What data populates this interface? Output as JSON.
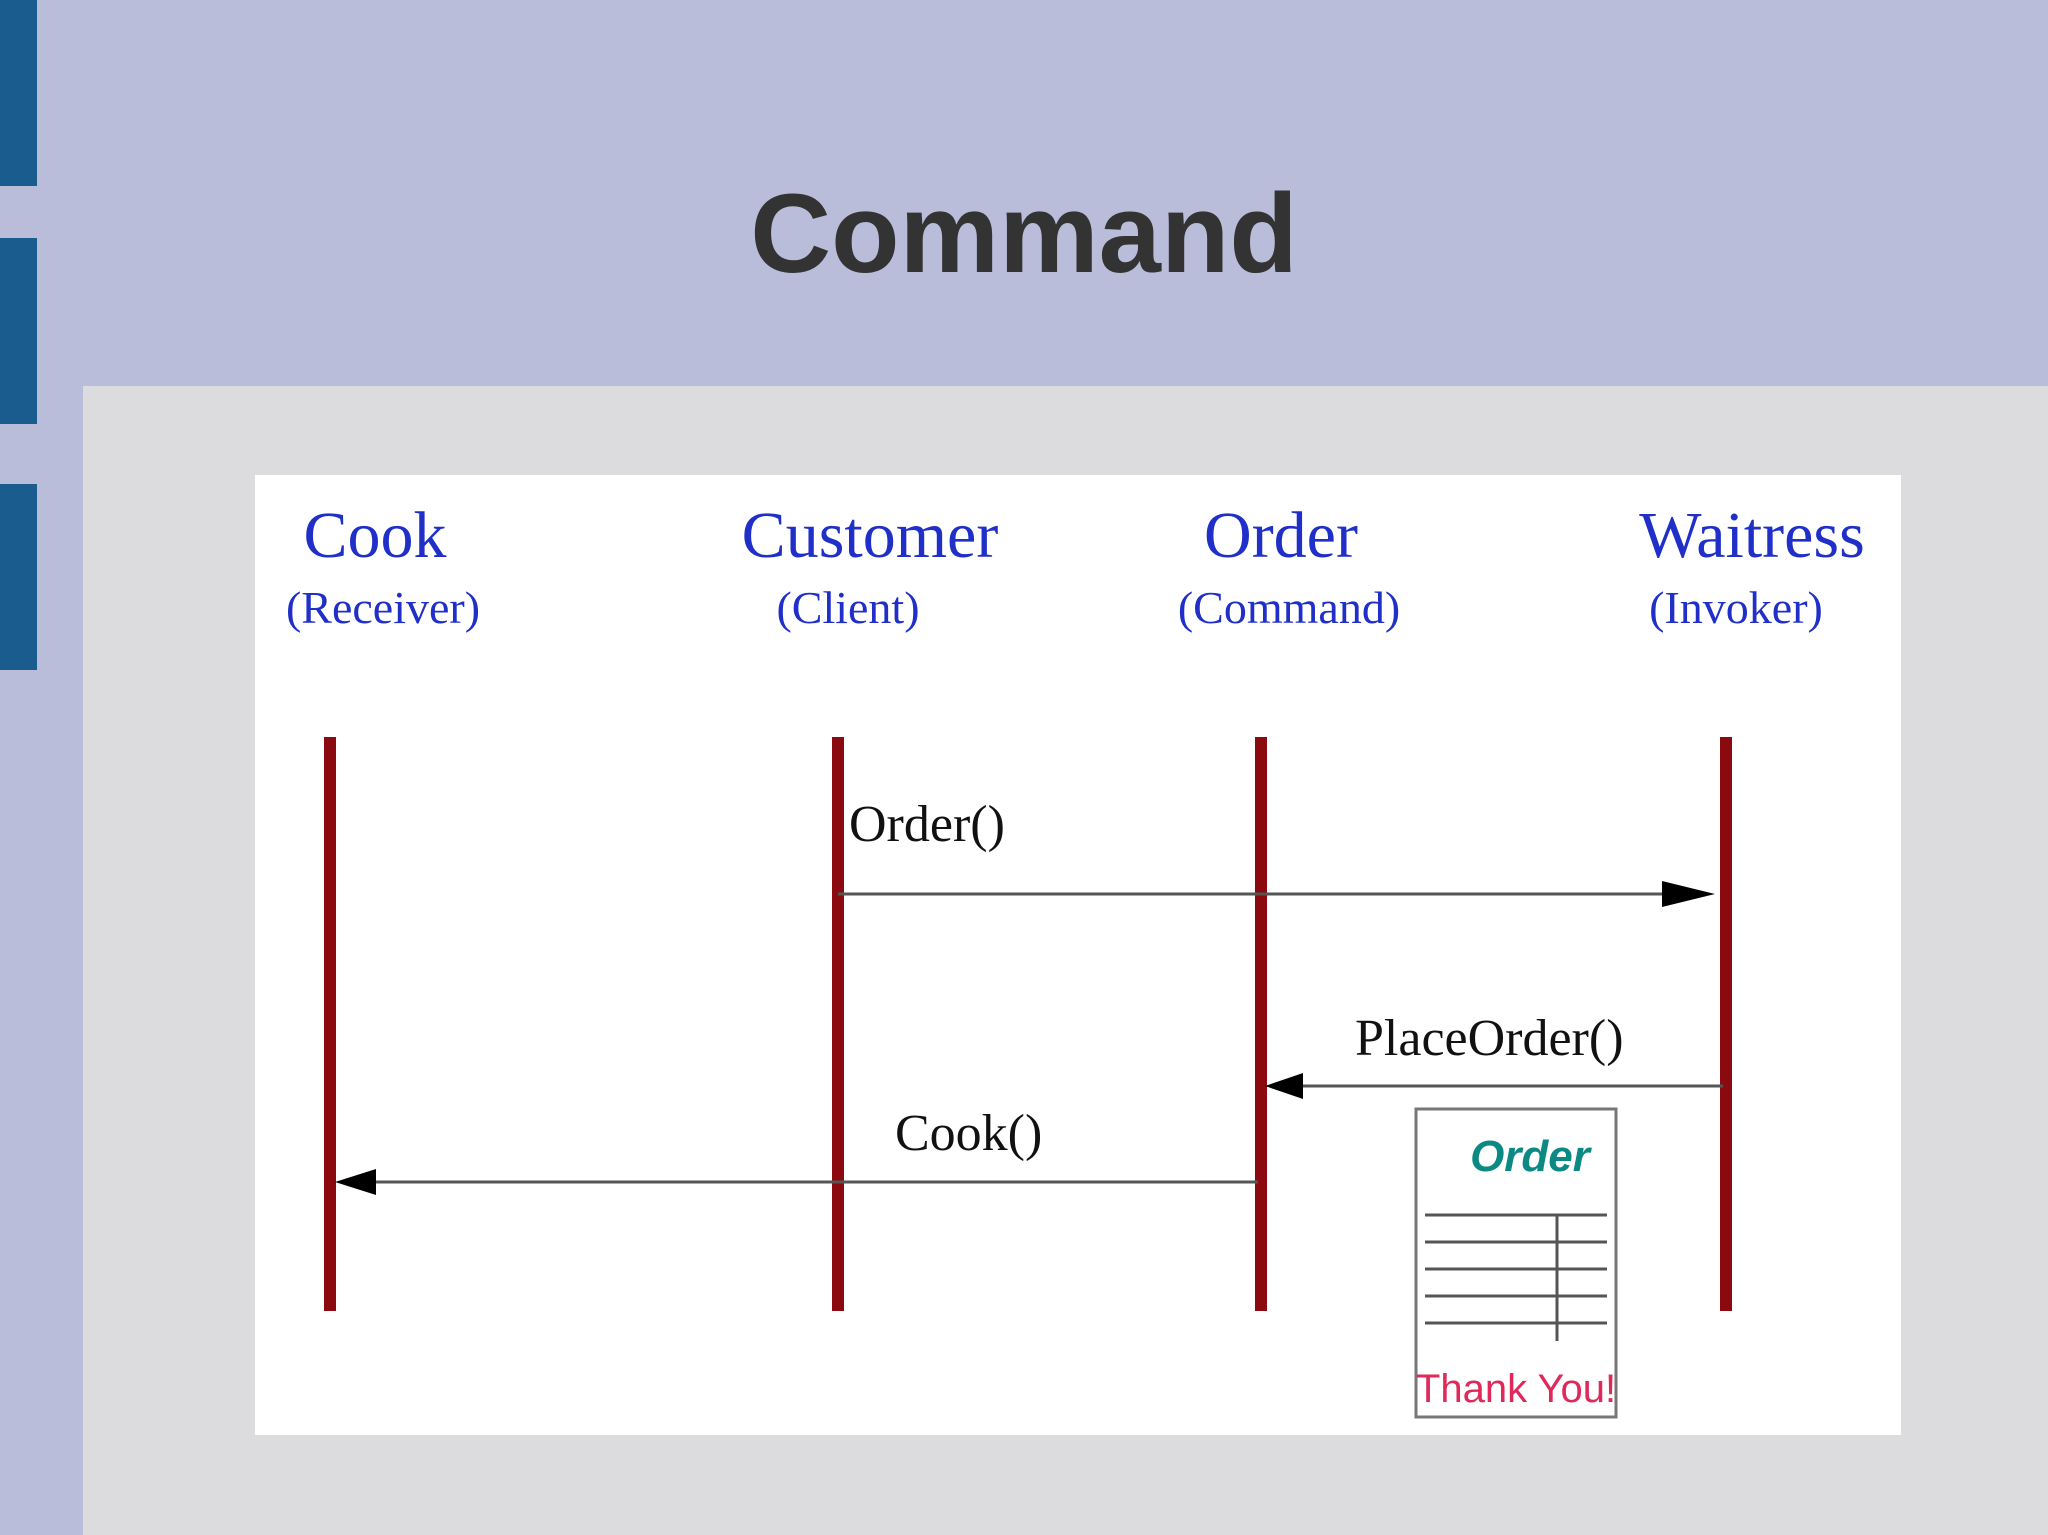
{
  "slide": {
    "title": "Command"
  },
  "diagram": {
    "participants": [
      {
        "name": "Cook",
        "role": "(Receiver)"
      },
      {
        "name": "Customer",
        "role": "(Client)"
      },
      {
        "name": "Order",
        "role": "(Command)"
      },
      {
        "name": "Waitress",
        "role": "(Invoker)"
      }
    ],
    "messages": [
      {
        "label": "Order()",
        "from": "Customer",
        "to": "Waitress"
      },
      {
        "label": "PlaceOrder()",
        "from": "Waitress",
        "to": "Order"
      },
      {
        "label": "Cook()",
        "from": "Order",
        "to": "Cook"
      }
    ],
    "order_slip": {
      "title": "Order",
      "footer": "Thank You!"
    }
  },
  "colors": {
    "lifeline": "#8b0a0f",
    "participant_text": "#1f2fc8",
    "slip_title": "#0a8a83",
    "slip_footer": "#e0285a",
    "left_accent": "#1b5c8e",
    "header_bg": "#b9bdd9",
    "panel_bg": "#dcdcde"
  }
}
